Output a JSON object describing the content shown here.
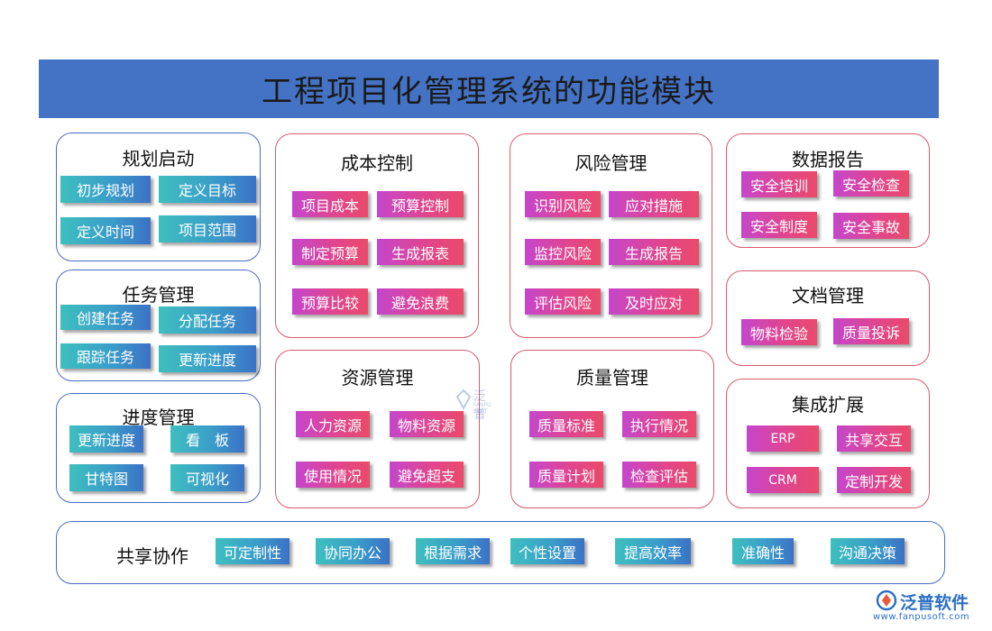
{
  "title": "工程项目化管理系统的功能模块",
  "modules": {
    "planning": {
      "title": "规划启动",
      "items": [
        "初步规划",
        "定义目标",
        "定义时间",
        "项目范围"
      ]
    },
    "task": {
      "title": "任务管理",
      "items": [
        "创建任务",
        "分配任务",
        "跟踪任务",
        "更新进度"
      ]
    },
    "progress": {
      "title": "进度管理",
      "items": [
        "更新进度",
        "看　板",
        "甘特图",
        "可视化"
      ]
    },
    "cost": {
      "title": "成本控制",
      "items": [
        "项目成本",
        "预算控制",
        "制定预算",
        "生成报表",
        "预算比较",
        "避免浪费"
      ]
    },
    "risk": {
      "title": "风险管理",
      "items": [
        "识别风险",
        "应对措施",
        "监控风险",
        "生成报告",
        "评估风险",
        "及时应对"
      ]
    },
    "report": {
      "title": "数据报告",
      "items": [
        "安全培训",
        "安全检查",
        "安全制度",
        "安全事故"
      ]
    },
    "doc": {
      "title": "文档管理",
      "items": [
        "物料检验",
        "质量投诉"
      ]
    },
    "resource": {
      "title": "资源管理",
      "items": [
        "人力资源",
        "物料资源",
        "使用情况",
        "避免超支"
      ]
    },
    "quality": {
      "title": "质量管理",
      "items": [
        "质量标准",
        "执行情况",
        "质量计划",
        "检查评估"
      ]
    },
    "integration": {
      "title": "集成扩展",
      "items": [
        "ERP",
        "共享交互",
        "CRM",
        "定制开发"
      ]
    },
    "shared": {
      "title": "共享协作",
      "items": [
        "可定制性",
        "协同办公",
        "根据需求",
        "个性设置",
        "提高效率",
        "准确性",
        "沟通决策"
      ]
    }
  },
  "watermark": {
    "brand": "泛普软件",
    "url": "www.fanpusoft.com",
    "center_text": "泛普",
    "center_sub": "FANPU SOFT"
  },
  "colors": {
    "title_bar": "#4472c4",
    "blue_border": "#4a6cc0",
    "red_border": "#d85a6d",
    "teal_button": "#3a9ec9",
    "pink_button": "#e0458e"
  }
}
